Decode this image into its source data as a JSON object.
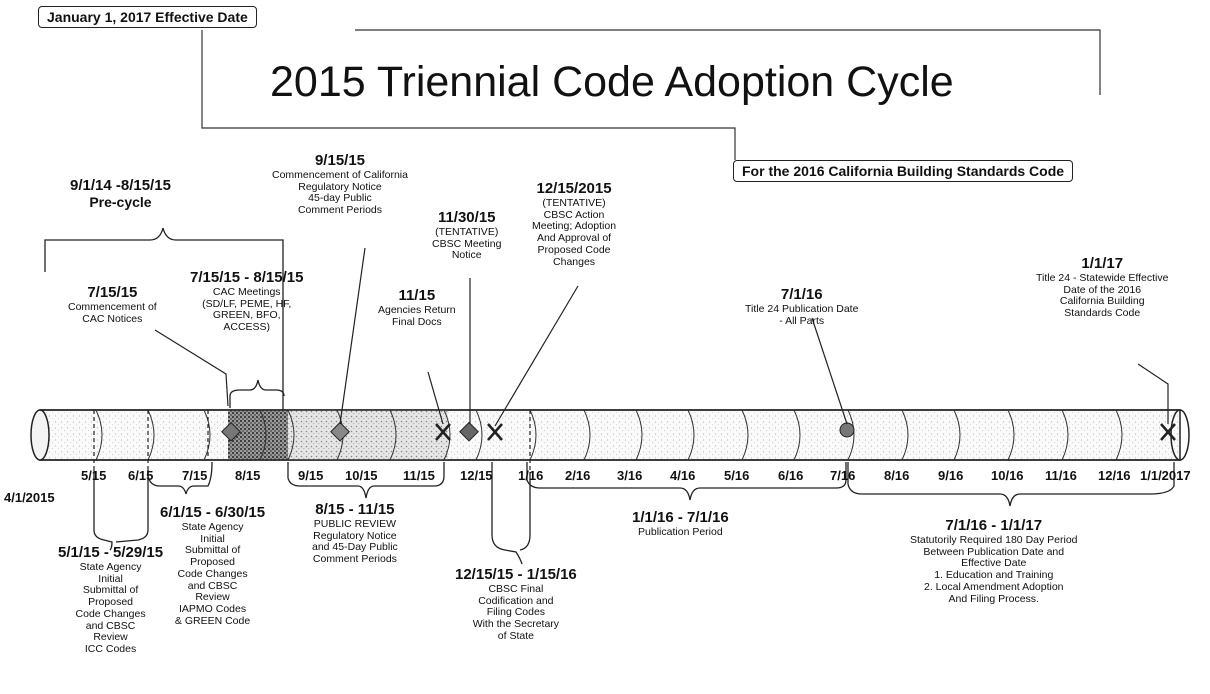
{
  "header": {
    "effective_date_box": "January 1, 2017 Effective Date",
    "title": "2015 Triennial Code Adoption Cycle",
    "subtitle_box": "For the 2016 California Building Standards Code"
  },
  "timeline": {
    "start_label": "4/1/2015",
    "end_label": "1/1/2017",
    "months": [
      "5/15",
      "6/15",
      "7/15",
      "8/15",
      "9/15",
      "10/15",
      "11/15",
      "12/15",
      "1/16",
      "2/16",
      "3/16",
      "4/16",
      "5/16",
      "6/16",
      "7/16",
      "8/16",
      "9/16",
      "10/16",
      "11/16",
      "12/16"
    ]
  },
  "events": {
    "precycle": {
      "date": "9/1/14 -8/15/15",
      "text": [
        "Pre-cycle"
      ]
    },
    "cac_notices": {
      "date": "7/15/15",
      "text": [
        "Commencement of",
        "CAC Notices"
      ]
    },
    "cac_meetings": {
      "date": "7/15/15 - 8/15/15",
      "text": [
        "CAC Meetings",
        "(SD/LF, PEME, HF,",
        "GREEN, BFO,",
        "ACCESS)"
      ]
    },
    "reg_notice": {
      "date": "9/15/15",
      "text": [
        "Commencement of California",
        "Regulatory Notice",
        "45-day Public",
        "Comment Periods"
      ]
    },
    "agencies_return": {
      "date": "11/15",
      "text": [
        "Agencies Return",
        "Final Docs"
      ]
    },
    "meeting_notice": {
      "date": "11/30/15",
      "text": [
        "(TENTATIVE)",
        "CBSC Meeting",
        "Notice"
      ]
    },
    "action_meeting": {
      "date": "12/15/2015",
      "text": [
        "(TENTATIVE)",
        "CBSC Action",
        "Meeting; Adoption",
        "And Approval of",
        "Proposed Code",
        "Changes"
      ]
    },
    "publication_date": {
      "date": "7/1/16",
      "text": [
        "Title 24 Publication Date",
        "- All Parts"
      ]
    },
    "statewide_effective": {
      "date": "1/1/17",
      "text": [
        "Title 24 - Statewide Effective",
        "Date of the 2016",
        "California Building",
        "Standards Code"
      ]
    },
    "icc_submittal": {
      "date": "5/1/15 - 5/29/15",
      "text": [
        "State Agency",
        "Initial",
        "Submittal of",
        "Proposed",
        "Code Changes",
        "and CBSC",
        "Review",
        "ICC Codes"
      ]
    },
    "iapmo_submittal": {
      "date": "6/1/15 - 6/30/15",
      "text": [
        "State Agency",
        "Initial",
        "Submittal of",
        "Proposed",
        "Code Changes",
        "and CBSC",
        "Review",
        "IAPMO Codes",
        "& GREEN Code"
      ]
    },
    "public_review": {
      "date": "8/15 - 11/15",
      "text": [
        "PUBLIC REVIEW",
        "Regulatory Notice",
        "and 45-Day Public",
        "Comment Periods"
      ]
    },
    "codification": {
      "date": "12/15/15 - 1/15/16",
      "text": [
        "CBSC Final",
        "Codification and",
        "Filing Codes",
        "With the Secretary",
        "of State"
      ]
    },
    "publication_period": {
      "date": "1/1/16 - 7/1/16",
      "text": [
        "Publication Period"
      ]
    },
    "statutory_period": {
      "date": "7/1/16 - 1/1/17",
      "text": [
        "Statutorily Required 180 Day Period",
        "Between Publication Date and",
        "Effective Date",
        "1. Education and Training",
        "2. Local Amendment Adoption",
        "And Filing Process."
      ]
    }
  }
}
